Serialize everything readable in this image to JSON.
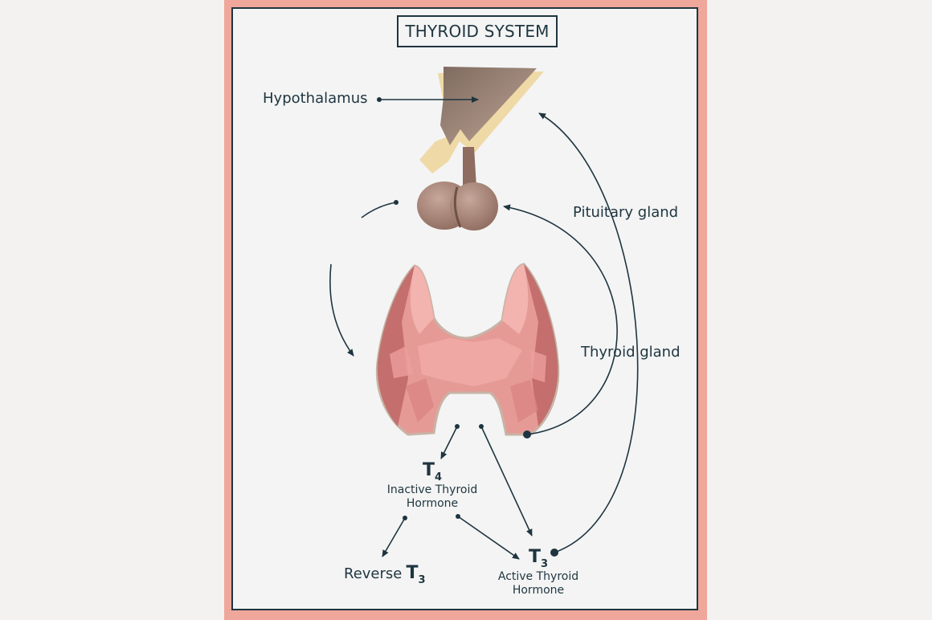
{
  "title": "THYROID SYSTEM",
  "labels": {
    "hypothalamus": "Hypothalamus",
    "pituitary": "Pituitary gland",
    "thyroid": "Thyroid gland",
    "reverse_prefix": "Reverse",
    "t4_letter": "T",
    "t4_sub": "4",
    "t4_desc_line1": "Inactive Thyroid",
    "t4_desc_line2": "Hormone",
    "t3_letter": "T",
    "t3_sub": "3",
    "t3_desc_line1": "Active Thyroid",
    "t3_desc_line2": "Hormone",
    "reverse_letter": "T",
    "reverse_sub": "3"
  },
  "colors": {
    "frame": "#f0a79b",
    "ink": "#1e3540",
    "panel": "#f4f4f4",
    "hypothalamus": "#a68d7d",
    "hypothalamus_outline": "#efd9a6",
    "pituitary": "#a78477",
    "thyroid": "#e09090"
  },
  "icons": {
    "hypothalamus": "hypothalamus-illustration",
    "pituitary": "pituitary-illustration",
    "thyroid": "thyroid-illustration"
  }
}
